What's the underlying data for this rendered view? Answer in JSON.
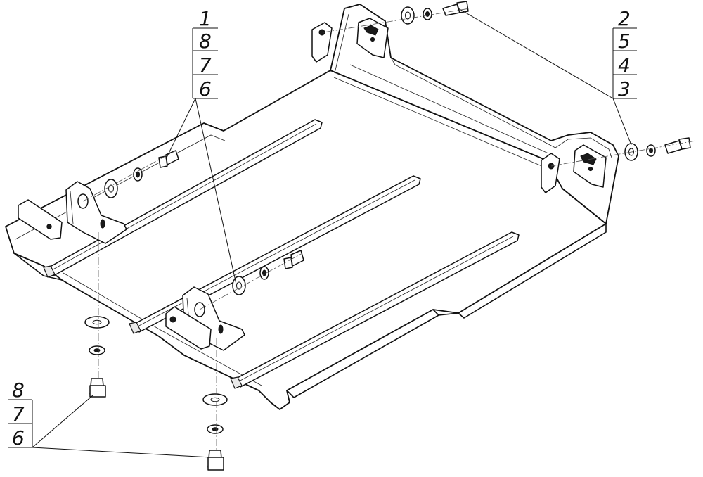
{
  "callouts": {
    "group_top_left": [
      "1",
      "8",
      "7",
      "6"
    ],
    "group_top_right": [
      "2",
      "5",
      "4",
      "3"
    ],
    "group_bottom_left": [
      "8",
      "7",
      "6"
    ]
  }
}
